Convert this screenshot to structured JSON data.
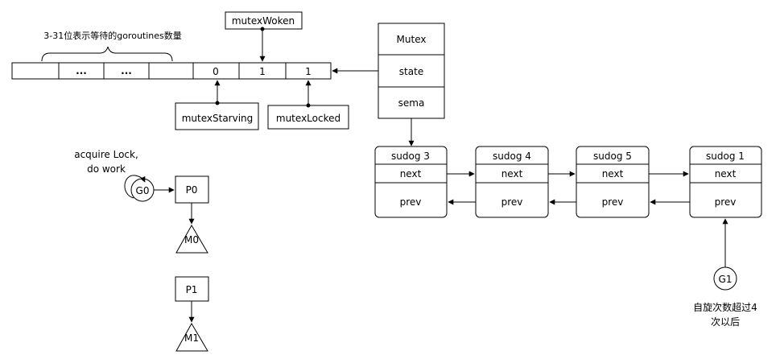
{
  "diagram": {
    "brace_label": "3-31位表示等待的goroutines数量",
    "bits": [
      {
        "id": "bit-31",
        "label": ""
      },
      {
        "id": "bit-ellipsis-1",
        "label": "..."
      },
      {
        "id": "bit-ellipsis-2",
        "label": "..."
      },
      {
        "id": "bit-3",
        "label": ""
      },
      {
        "id": "bit-starving",
        "label": "0"
      },
      {
        "id": "bit-woken",
        "label": "1"
      },
      {
        "id": "bit-locked",
        "label": "1"
      }
    ],
    "flags": {
      "woken": "mutexWoken",
      "starving": "mutexStarving",
      "locked": "mutexLocked"
    },
    "mutex": {
      "title": "Mutex",
      "state": "state",
      "sema": "sema"
    },
    "sudogs": [
      {
        "name": "sudog 3",
        "next": "next",
        "prev": "prev"
      },
      {
        "name": "sudog 4",
        "next": "next",
        "prev": "prev"
      },
      {
        "name": "sudog 5",
        "next": "next",
        "prev": "prev"
      },
      {
        "name": "sudog 1",
        "next": "next",
        "prev": "prev"
      }
    ],
    "g0": {
      "label": "G0",
      "note_line1": "acquire Lock,",
      "note_line2": "do work"
    },
    "p0": "P0",
    "m0": "M0",
    "p1": "P1",
    "m1": "M1",
    "g1": {
      "label": "G1",
      "note_line1": "自旋次数超过4",
      "note_line2": "次以后"
    }
  }
}
